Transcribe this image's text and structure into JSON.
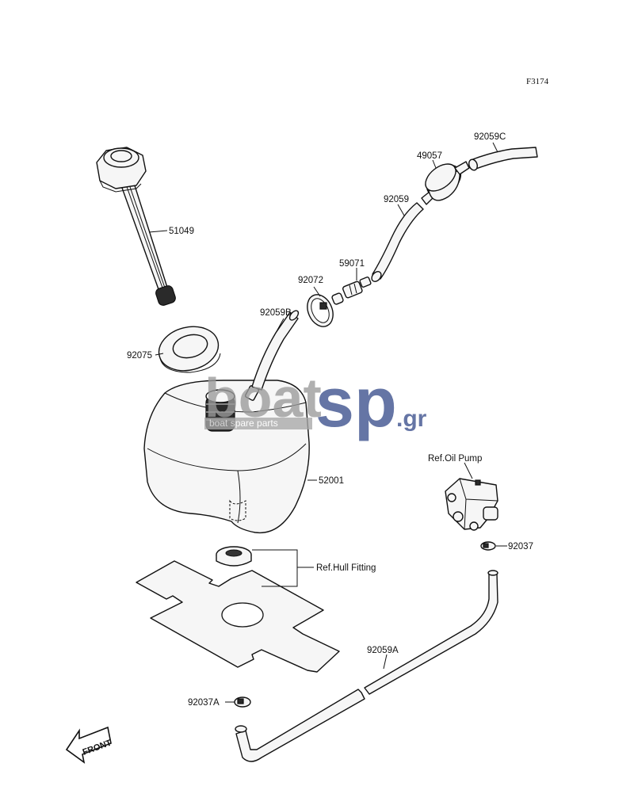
{
  "diagram": {
    "figure_code": "F3174",
    "labels": {
      "p51049": "51049",
      "p92075": "92075",
      "p92059b": "92059B",
      "p92072": "92072",
      "p59071": "59071",
      "p92059": "92059",
      "p49057": "49057",
      "p92059c": "92059C",
      "p52001": "52001",
      "ref_oil_pump": "Ref.Oil Pump",
      "p92037": "92037",
      "ref_hull_fitting": "Ref.Hull Fitting",
      "p92059a": "92059A",
      "p92037a": "92037A"
    },
    "front_arrow": "FRONT"
  },
  "watermark": {
    "brand_left": "boat",
    "brand_right": "sp",
    "suffix": ".gr",
    "tagline": "boat spare parts",
    "color_gray": "#9a9a9a",
    "color_blue": "#3a4f8c"
  }
}
